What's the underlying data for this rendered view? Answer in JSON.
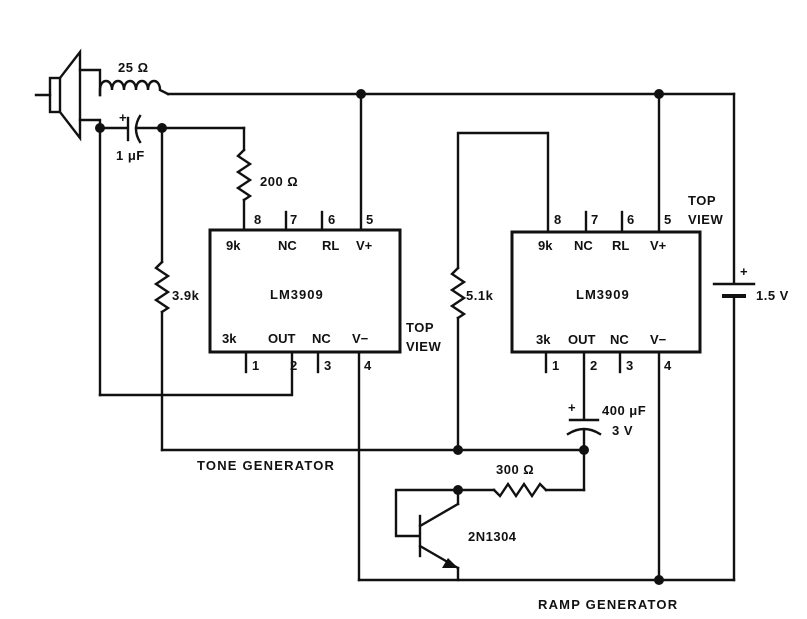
{
  "components": {
    "coil": "25 Ω",
    "cap_input": "1 μF",
    "r_feedback": "200 Ω",
    "r_tone": "3.9k",
    "r_ramp": "5.1k",
    "cap_ramp_value": "400 μF",
    "cap_ramp_voltage": "3 V",
    "r_base": "300 Ω",
    "transistor": "2N1304",
    "battery": "1.5 V",
    "cap_polarity": "+"
  },
  "chip1": {
    "name": "LM3909",
    "top_pins": [
      "8",
      "7",
      "6",
      "5"
    ],
    "top_labels": [
      "9k",
      "NC",
      "RL",
      "V+"
    ],
    "bottom_pins": [
      "1",
      "2",
      "3",
      "4"
    ],
    "bottom_labels": [
      "3k",
      "OUT",
      "NC",
      "V−"
    ]
  },
  "chip2": {
    "name": "LM3909",
    "top_pins": [
      "8",
      "7",
      "6",
      "5"
    ],
    "top_labels": [
      "9k",
      "NC",
      "RL",
      "V+"
    ],
    "bottom_pins": [
      "1",
      "2",
      "3",
      "4"
    ],
    "bottom_labels": [
      "3k",
      "OUT",
      "NC",
      "V−"
    ]
  },
  "view_labels": {
    "top": "TOP",
    "view": "VIEW"
  },
  "captions": {
    "tone": "TONE GENERATOR",
    "ramp": "RAMP GENERATOR"
  }
}
